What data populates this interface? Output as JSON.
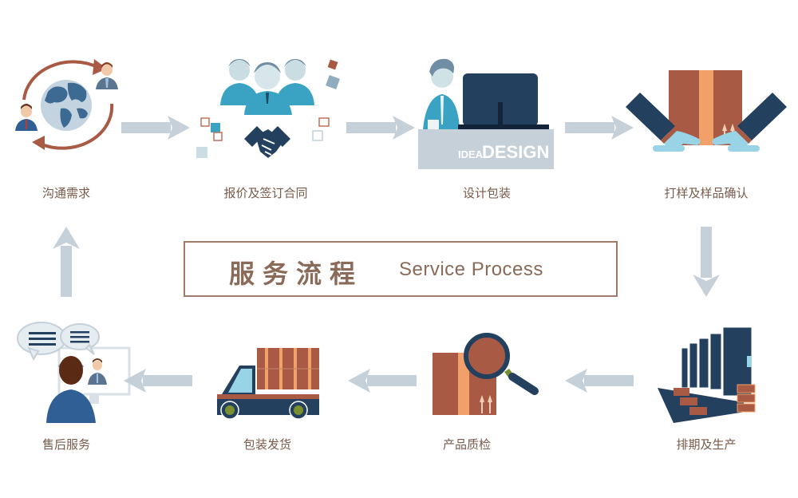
{
  "title": {
    "chinese": "服务流程",
    "english": "Service Process"
  },
  "steps": [
    {
      "order": 1,
      "label": "沟通需求",
      "icon": "globe-communication-icon"
    },
    {
      "order": 2,
      "label": "报价及签订合同",
      "icon": "handshake-team-icon"
    },
    {
      "order": 3,
      "label": "设计包装",
      "icon": "designer-desk-icon",
      "desk_text_small": "IDEA",
      "desk_text_large": "DESIGN"
    },
    {
      "order": 4,
      "label": "打样及样品确认",
      "icon": "hands-holding-box-icon"
    },
    {
      "order": 5,
      "label": "排期及生产",
      "icon": "production-line-icon"
    },
    {
      "order": 6,
      "label": "产品质检",
      "icon": "box-magnifier-icon"
    },
    {
      "order": 7,
      "label": "包装发货",
      "icon": "delivery-truck-icon"
    },
    {
      "order": 8,
      "label": "售后服务",
      "icon": "customer-support-icon"
    }
  ],
  "colors": {
    "arrow": "#c5d0d9",
    "label_text": "#7a5a4a",
    "title_border": "#a07a68",
    "brown_box": "#a85a44",
    "orange_tape": "#f0a068",
    "navy": "#23405e",
    "teal": "#3aa3c4",
    "light_blue": "#98d3e6"
  }
}
